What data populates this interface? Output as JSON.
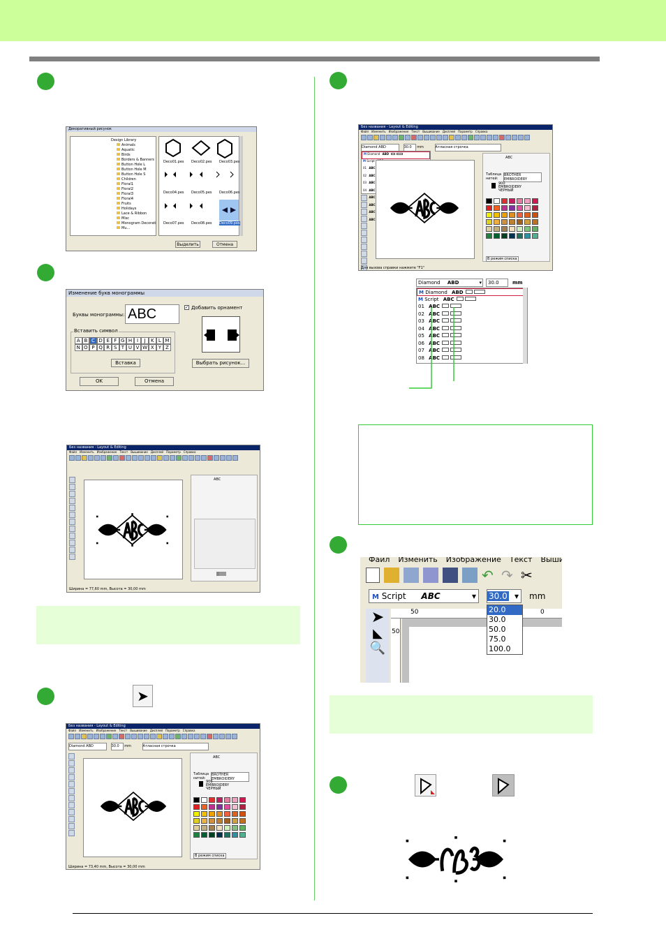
{
  "page": {
    "accent_green": "#ccff99",
    "step_color": "#33aa33",
    "note_color": "#e6ffd9"
  },
  "decor_dialog": {
    "title": "Декоративный рисунок",
    "tree_root": "Design Library",
    "folders": [
      "Animals",
      "Aquatic",
      "Birds",
      "Borders & Banners",
      "Button Hole L",
      "Button Hole M",
      "Button Hole S",
      "Children",
      "Floral1",
      "Floral2",
      "Floral3",
      "Floral4",
      "Fruits",
      "Holidays",
      "Lace & Ribbon",
      "Misc",
      "Monogram Decoration",
      "Mu..."
    ],
    "files": [
      "Deco01.pes",
      "Deco02.pes",
      "Deco03.pes",
      "Deco04.pes",
      "Deco05.pes",
      "Deco06.pes",
      "Deco07.pes",
      "Deco08.pes",
      "Deco09.pes"
    ],
    "select_label": "Выделить",
    "cancel_label": "Отмена"
  },
  "monogram_dialog": {
    "title": "Изменение букв монограммы",
    "letters_label": "Буквы монограммы:",
    "letters_value": "ABC",
    "add_ornament_label": "Добавить орнамент",
    "insert_symbol_label": "Вставить символ",
    "alphabet": [
      "A",
      "B",
      "C",
      "D",
      "E",
      "F",
      "G",
      "H",
      "I",
      "J",
      "K",
      "L",
      "M",
      "N",
      "O",
      "P",
      "Q",
      "R",
      "S",
      "T",
      "U",
      "V",
      "W",
      "X",
      "Y",
      "Z"
    ],
    "insert_label": "Вставка",
    "choose_picture_label": "Выбрать рисунок...",
    "ok_label": "OK",
    "cancel_label": "Отмена"
  },
  "app": {
    "title": "Без названия - Layout & Editing",
    "menu": [
      "Файл",
      "Изменить",
      "Изображение",
      "Текст",
      "Вышивание",
      "Дисплей",
      "Параметр",
      "Справка"
    ],
    "font_name": "Diamond",
    "font_sample": "ABD",
    "size_value": "30.0",
    "unit": "mm",
    "stitch_type": "Атласная строчка",
    "tab_label": "ABC",
    "thread_table_label": "Таблица нитей:",
    "thread_table_value": "BROTHER EMBROIDERY",
    "thread_color_code": "900",
    "thread_brand": "EMBROIDERY",
    "thread_color_name": "ЧЕРНЫЙ",
    "list_mode_label": "В режим списка",
    "status_small": "Ширина = 77,60 mm, Высота = 30,00 mm",
    "status_small_b": "Ширина = 73,40 mm, Высота = 30,00 mm",
    "status_hint": "Для вызова справки нажмите \"F1\"",
    "ruler_labels": [
      "50",
      "0"
    ]
  },
  "font_list": {
    "selected": "Diamond",
    "selected_sample": "ABD",
    "size": "30.0",
    "unit": "mm",
    "items": [
      {
        "name": "Diamond",
        "sample": "ABD"
      },
      {
        "name": "Script",
        "sample": "ABC"
      },
      {
        "name": "01",
        "sample": "ABC"
      },
      {
        "name": "02",
        "sample": "ABC"
      },
      {
        "name": "03",
        "sample": "ABC"
      },
      {
        "name": "04",
        "sample": "ABC"
      },
      {
        "name": "05",
        "sample": "ABC"
      },
      {
        "name": "06",
        "sample": "ABC"
      },
      {
        "name": "07",
        "sample": "ABC"
      },
      {
        "name": "08",
        "sample": "ABC"
      }
    ]
  },
  "zoom_crop": {
    "menu": [
      "Файл",
      "Изменить",
      "Изображение",
      "Текст",
      "Вышивание"
    ],
    "font_name": "Script",
    "font_sample": "ABC",
    "size_value": "30.0",
    "unit": "mm",
    "size_options": [
      "20.0",
      "30.0",
      "50.0",
      "75.0",
      "100.0"
    ],
    "ruler_top": [
      "50",
      "0"
    ],
    "ruler_side": "50"
  },
  "swatch_colors": [
    "#000000",
    "#ffffff",
    "#e03030",
    "#c02060",
    "#e080a0",
    "#f0a0c0",
    "#d01850",
    "#e02020",
    "#f06020",
    "#c03090",
    "#8030a0",
    "#e050a0",
    "#f0c0d0",
    "#b02040",
    "#f0f000",
    "#f0c000",
    "#f0a000",
    "#e09020",
    "#f06040",
    "#e06020",
    "#d05010",
    "#e0d020",
    "#f0b040",
    "#d09040",
    "#c08030",
    "#a06020",
    "#d0a040",
    "#c07020",
    "#e0d0a0",
    "#c0b080",
    "#a08050",
    "#f0e0c0",
    "#d0f0c0",
    "#80c080",
    "#60b060",
    "#208040",
    "#006030",
    "#004020",
    "#003050",
    "#207060",
    "#3090a0",
    "#50b090"
  ]
}
